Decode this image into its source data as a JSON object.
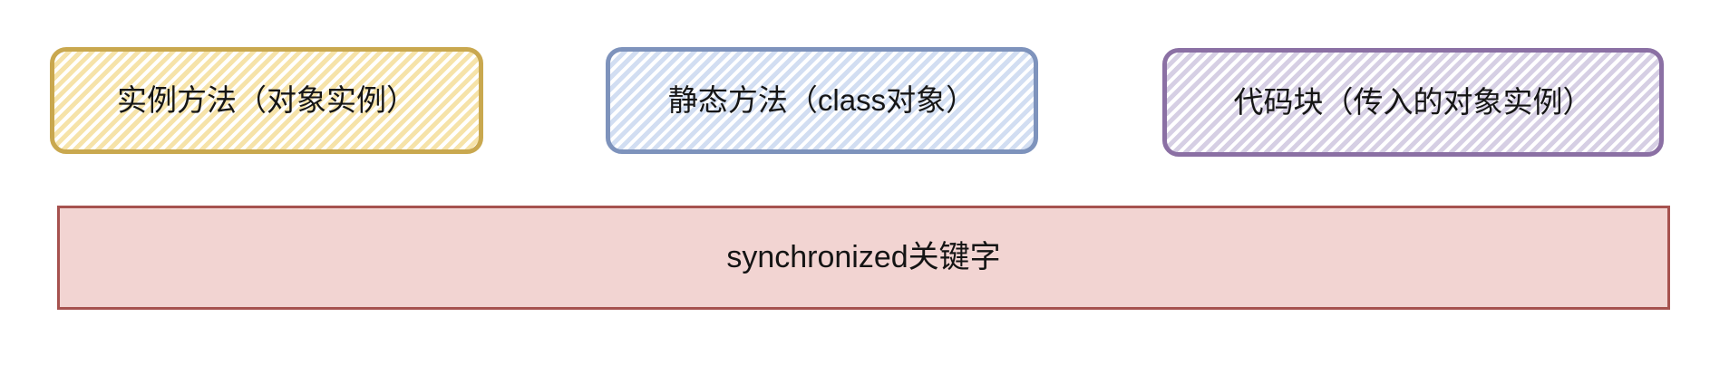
{
  "canvas": {
    "background": "#ffffff"
  },
  "nodes": [
    {
      "key": "instance-method",
      "label": "实例方法（对象实例）",
      "border_color": "#c9a84f",
      "stripe_color": "#f6e3a9"
    },
    {
      "key": "static-method",
      "label": "静态方法（class对象）",
      "border_color": "#7e93bc",
      "stripe_color": "#d2def2"
    },
    {
      "key": "code-block",
      "label": "代码块（传入的对象实例）",
      "border_color": "#8b70a4",
      "stripe_color": "#d6cfe4"
    }
  ],
  "keyword_bar": {
    "label": "synchronized关键字",
    "fill_color": "#f2d4d2",
    "border_color": "#a6524f"
  }
}
